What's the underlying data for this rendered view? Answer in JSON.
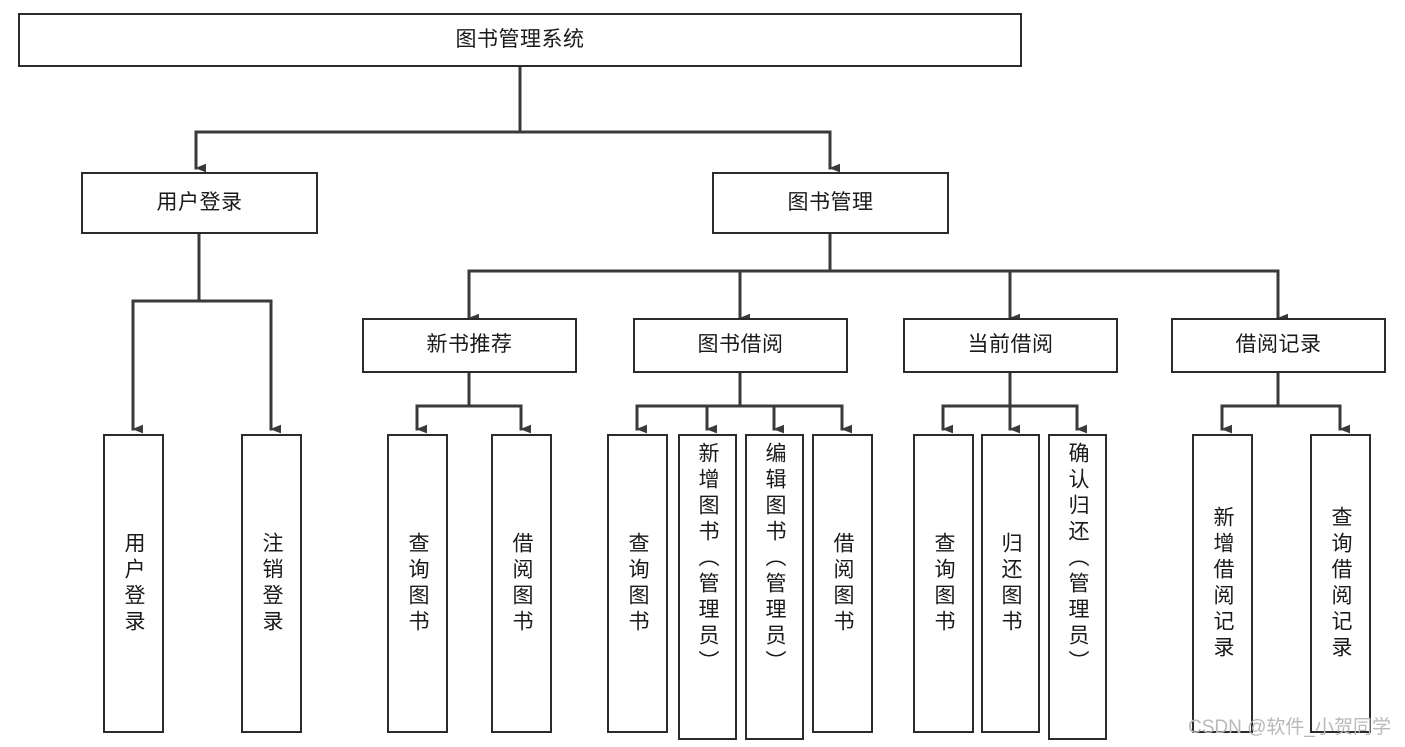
{
  "diagram": {
    "title": "图书管理系统",
    "type": "tree",
    "root": {
      "label": "图书管理系统",
      "children": [
        {
          "label": "用户登录",
          "children": [
            {
              "label": "用户登录"
            },
            {
              "label": "注销登录"
            }
          ]
        },
        {
          "label": "图书管理",
          "children": [
            {
              "label": "新书推荐",
              "children": [
                {
                  "label": "查询图书"
                },
                {
                  "label": "借阅图书"
                }
              ]
            },
            {
              "label": "图书借阅",
              "children": [
                {
                  "label": "查询图书"
                },
                {
                  "label": "新增图书（管理员）"
                },
                {
                  "label": "编辑图书（管理员）"
                },
                {
                  "label": "借阅图书"
                }
              ]
            },
            {
              "label": "当前借阅",
              "children": [
                {
                  "label": "查询图书"
                },
                {
                  "label": "归还图书"
                },
                {
                  "label": "确认归还（管理员）"
                }
              ]
            },
            {
              "label": "借阅记录",
              "children": [
                {
                  "label": "新增借阅记录"
                },
                {
                  "label": "查询借阅记录"
                }
              ]
            }
          ]
        }
      ]
    }
  },
  "nodes": {
    "root": "图书管理系统",
    "l1": {
      "user_login": "用户登录",
      "book_manage": "图书管理"
    },
    "l2": {
      "new_book_rec": "新书推荐",
      "book_borrow": "图书借阅",
      "current_borrow": "当前借阅",
      "borrow_record": "借阅记录"
    },
    "leaves": {
      "user_login_1": "用户登录",
      "user_login_2": "注销登录",
      "rec_1": "查询图书",
      "rec_2": "借阅图书",
      "borrow_1": "查询图书",
      "borrow_2": "新增图书（管理员）",
      "borrow_3": "编辑图书（管理员）",
      "borrow_4": "借阅图书",
      "current_1": "查询图书",
      "current_2": "归还图书",
      "current_3": "确认归还（管理员）",
      "record_1": "新增借阅记录",
      "record_2": "查询借阅记录"
    }
  },
  "watermark": "CSDN @软件_小贺同学",
  "colors": {
    "background": "#ffffff",
    "border": "#2b2b2b",
    "text": "#1a1a1a",
    "connector": "#3a3a3a",
    "watermark": "#b9b9b9"
  }
}
